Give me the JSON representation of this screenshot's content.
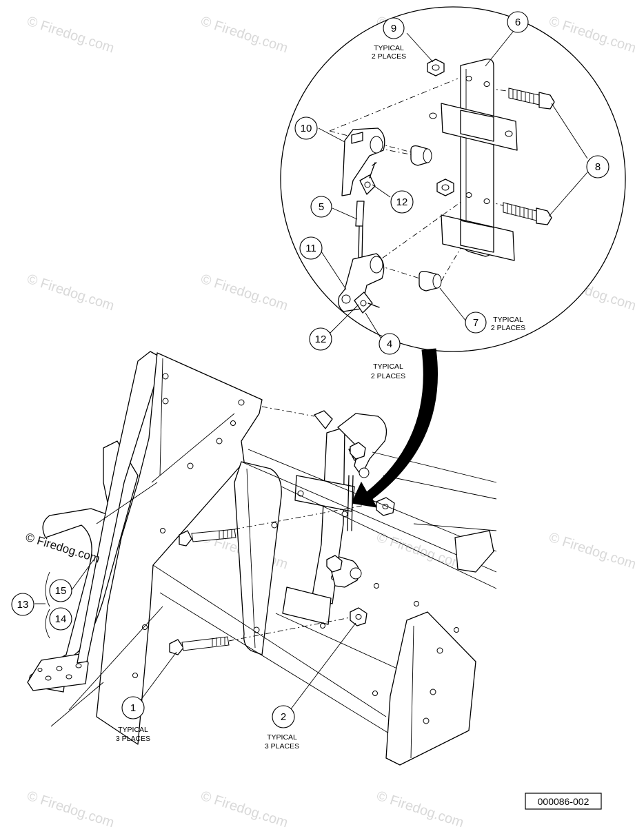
{
  "watermark": {
    "text": "© Firedog.com"
  },
  "brand_mark": {
    "text": "© Firedog.com"
  },
  "drawing_number": "000086-002",
  "callouts": [
    {
      "id": "c9",
      "number": "9",
      "note": [
        "TYPICAL",
        "2 PLACES"
      ]
    },
    {
      "id": "c6",
      "number": "6",
      "note": []
    },
    {
      "id": "c10",
      "number": "10",
      "note": []
    },
    {
      "id": "c8",
      "number": "8",
      "note": []
    },
    {
      "id": "c12a",
      "number": "12",
      "note": []
    },
    {
      "id": "c5",
      "number": "5",
      "note": []
    },
    {
      "id": "c11",
      "number": "11",
      "note": []
    },
    {
      "id": "c7",
      "number": "7",
      "note": [
        "TYPICAL",
        "2 PLACES"
      ]
    },
    {
      "id": "c12b",
      "number": "12",
      "note": []
    },
    {
      "id": "c4",
      "number": "4",
      "note": [
        "TYPICAL",
        "2 PLACES"
      ]
    },
    {
      "id": "c13",
      "number": "13",
      "note": []
    },
    {
      "id": "c15",
      "number": "15",
      "note": []
    },
    {
      "id": "c14",
      "number": "14",
      "note": []
    },
    {
      "id": "c1",
      "number": "1",
      "note": [
        "TYPICAL",
        "3 PLACES"
      ]
    },
    {
      "id": "c2",
      "number": "2",
      "note": [
        "TYPICAL",
        "3 PLACES"
      ]
    }
  ]
}
